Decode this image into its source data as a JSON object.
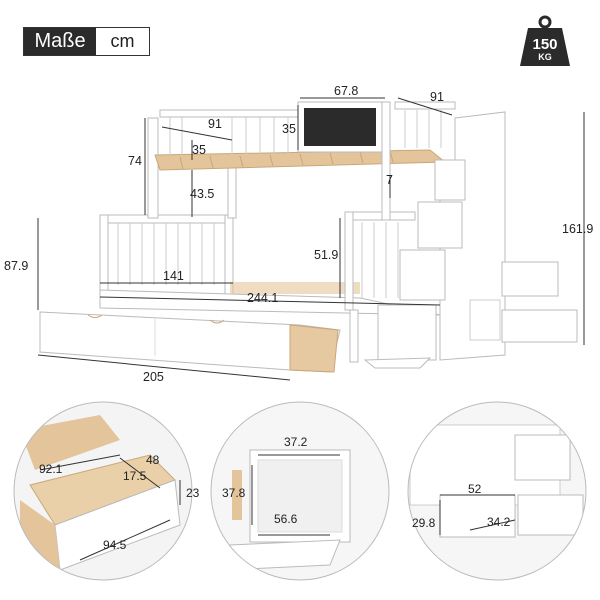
{
  "header": {
    "label": "Maße",
    "unit": "cm"
  },
  "weight": {
    "value": "150",
    "unit": "KG",
    "icon": "weight-icon"
  },
  "main_dims": {
    "top_rail_width": "67.8",
    "top_depth_right": "91",
    "top_depth_left": "91",
    "rail_height_top": "35",
    "gap_top": "35",
    "upper_height": "74",
    "under_upper": "43.5",
    "step_gap": "7",
    "lower_guard": "51.9",
    "total_height_left": "87.9",
    "lower_bed_width": "141",
    "total_length": "244.1",
    "drawer_length": "205",
    "total_height_right": "161.9"
  },
  "detail_drawer": {
    "width": "92.1",
    "depth": "48",
    "inner": "17.5",
    "height": "23",
    "length": "94.5"
  },
  "detail_cabinet": {
    "width": "37.2",
    "height": "37.8",
    "depth": "56.6"
  },
  "detail_shelf": {
    "width": "52",
    "height": "29.8",
    "depth": "34.2"
  },
  "colors": {
    "dark": "#2b2b2b",
    "wood": "#e3c49b",
    "frame": "#ffffff",
    "line": "#333333"
  }
}
